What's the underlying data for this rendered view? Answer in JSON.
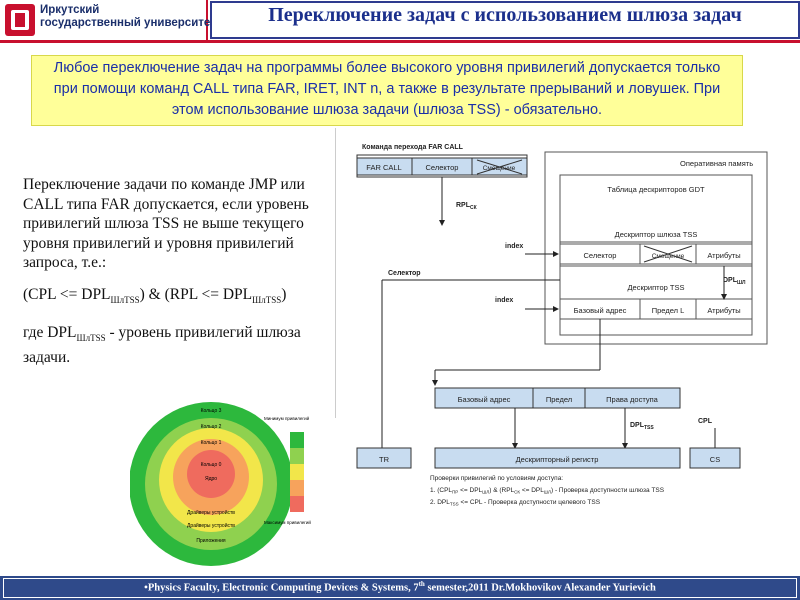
{
  "header": {
    "logo_line1": "Иркутский",
    "logo_line2": "государственный университет",
    "title": "Переключение задач с использованием шлюза задач"
  },
  "note": "Любое переключение задач на программы более высокого уровня привилегий допускается только при помощи команд CALL типа FAR, IRET, INT n, а также в результате прерываний и ловушек. При этом использование шлюза задачи (шлюза TSS) - обязательно.",
  "left_text": {
    "p1": "Переключение задачи по команде JMP или CALL типа FAR допускается, если уровень привилегий шлюза TSS не выше текущего уровня привилегий и уровня привилегий запроса, т.е.:",
    "formula_a": "(CPL <= DPL",
    "formula_sub1": "ШлTSS",
    "formula_b": ") & (RPL <= DPL",
    "formula_sub2": "ШлTSS",
    "formula_c": ")",
    "p3_a": "где DPL",
    "p3_sub": "ШлTSS",
    "p3_b": " - уровень привилегий шлюза задачи."
  },
  "rings": {
    "ring3": "Кольцо 3",
    "ring2": "Кольцо 2",
    "ring1": "Кольцо 1",
    "ring0": "Кольцо 0",
    "core": "Ядро",
    "drivers1": "Драйверы устройств",
    "drivers2": "Драйверы устройств",
    "apps": "Приложения",
    "legend_low": "Минимум привилегий",
    "legend_high": "Максимум привилегий",
    "colors": [
      "#2db83d",
      "#8fd14f",
      "#f2e64a",
      "#f7a35c",
      "#ef6b5e"
    ]
  },
  "diagram": {
    "far_call_caption": "Команда перехода FAR CALL",
    "far_call": "FAR CALL",
    "selector": "Селектор",
    "offset": "Смещение",
    "ram": "Оперативная память",
    "gdt": "Таблица дескрипторов GDT",
    "tss_gate": "Дескриптор шлюза TSS",
    "gate_selector": "Селектор",
    "gate_offset": "Смещение",
    "gate_attr": "Атрибуты",
    "tss_desc": "Дескриптор TSS",
    "base": "Базовый адрес",
    "limit": "Предел L",
    "attr": "Атрибуты",
    "rpl_label": "RPL",
    "rpl_sub": "СК",
    "index1": "index",
    "index2": "index",
    "selector_label": "Селектор",
    "dpl_gate": "DPL",
    "dpl_gate_sub": "ШЛ",
    "reg_base": "Базовый адрес",
    "reg_limit": "Предел",
    "reg_rights": "Права доступа",
    "dpl_tss": "DPL",
    "dpl_tss_sub": "TSS",
    "cpl": "CPL",
    "tr": "TR",
    "desc_reg": "Дескрипторный регистр",
    "cs": "CS",
    "check_title": "Проверки привилегий по условиям доступа:",
    "check1": "1. (CPL",
    "check1_sub1": "ПР",
    "check1_mid": " <= DPL",
    "check1_sub2": "ШЛ",
    "check1_mid2": ") & (RPL",
    "check1_sub3": "СК",
    "check1_mid3": " <= DPL",
    "check1_sub4": "ШЛ",
    "check1_end": ") - Проверка доступности шлюза TSS",
    "check2": "2. DPL",
    "check2_sub": "TSS",
    "check2_end": " <= CPL - Проверка доступности целевого TSS"
  },
  "footer": {
    "text_a": "•Physics Faculty, Electronic Computing Devices & Systems, 7",
    "sup": "th",
    "text_b": " semester,2011 Dr.Mokhovikov Alexander Yurievich"
  }
}
